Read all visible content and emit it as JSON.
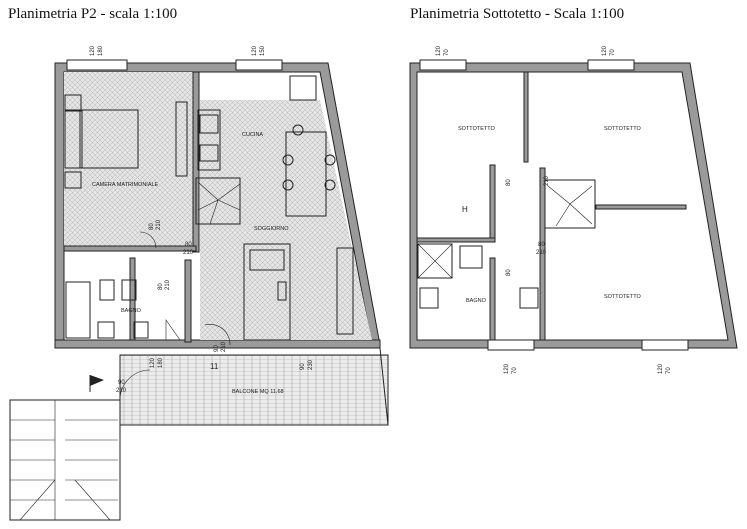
{
  "titles": {
    "p2": "Planimetria P2 - scala 1:100",
    "sottotetto": "Planimetria Sottotetto - Scala 1:100"
  },
  "rooms_p2": {
    "camera": "CAMERA MATRIMONIALE",
    "cucina": "CUCINA",
    "soggiorno": "SOGGIORNO",
    "bagno": "BAGNO",
    "balcone": "BALCONE MQ 11.68",
    "door_number": "11"
  },
  "rooms_sotto": {
    "sottotetto": "SOTTOTETTO",
    "bagno": "BAGNO",
    "h_mark": "H"
  },
  "dims": {
    "w120": "120",
    "h180": "180",
    "h150": "150",
    "w80": "80",
    "h210": "210",
    "w90": "90",
    "h230": "230",
    "h70": "70",
    "sep": "/",
    "d80_210": "80\n210"
  },
  "colors": {
    "wall": "#9a9a9a",
    "line": "#222222",
    "floor_pattern": "#c8c8c8"
  }
}
